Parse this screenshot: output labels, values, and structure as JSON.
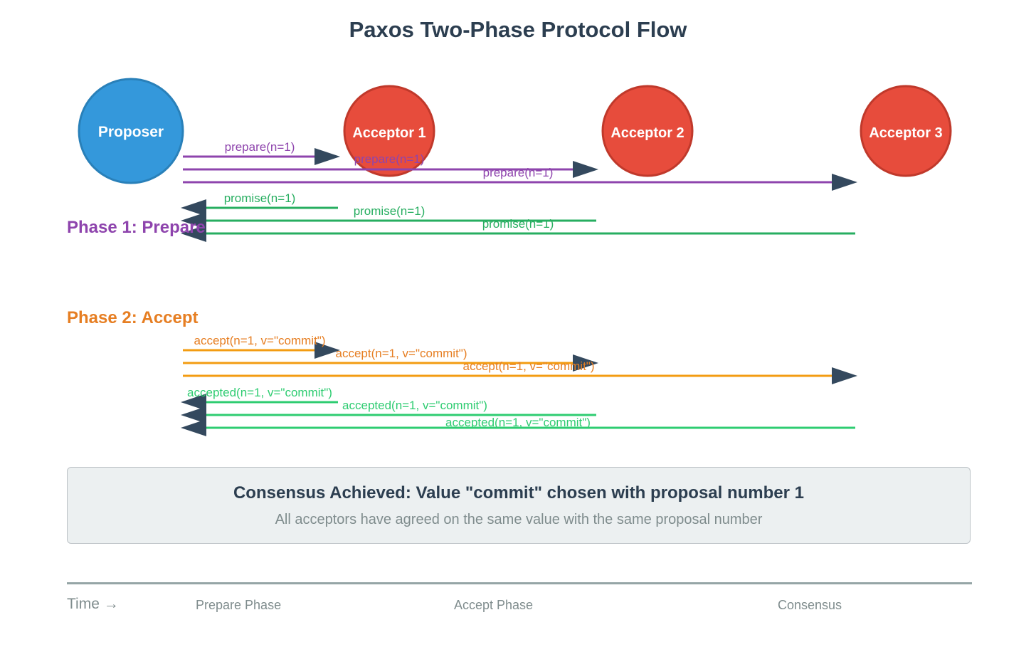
{
  "title": "Paxos Two-Phase Protocol Flow",
  "colors": {
    "proposer": "#3498db",
    "acceptor": "#e74c3c",
    "prepare": "#8e44ad",
    "promise": "#27ae60",
    "accept": "#f39c12",
    "accepted": "#2ecc71",
    "arrowhead": "#34495e"
  },
  "nodes": {
    "proposer": "Proposer",
    "acceptor1": "Acceptor 1",
    "acceptor2": "Acceptor 2",
    "acceptor3": "Acceptor 3"
  },
  "phases": {
    "phase1": "Phase 1: Prepare",
    "phase2": "Phase 2: Accept"
  },
  "messages": {
    "prepare": [
      "prepare(n=1)",
      "prepare(n=1)",
      "prepare(n=1)"
    ],
    "promise": [
      "promise(n=1)",
      "promise(n=1)",
      "promise(n=1)"
    ],
    "accept": [
      "accept(n=1, v=\"commit\")",
      "accept(n=1, v=\"commit\")",
      "accept(n=1, v=\"commit\")"
    ],
    "accepted": [
      "accepted(n=1, v=\"commit\")",
      "accepted(n=1, v=\"commit\")",
      "accepted(n=1, v=\"commit\")"
    ]
  },
  "summary": {
    "title": "Consensus Achieved: Value \"commit\" chosen with proposal number 1",
    "subtitle": "All acceptors have agreed on the same value with the same proposal number"
  },
  "timeline": {
    "time_label": "Time →",
    "prepare_phase": "Prepare Phase",
    "accept_phase": "Accept Phase",
    "consensus": "Consensus"
  }
}
